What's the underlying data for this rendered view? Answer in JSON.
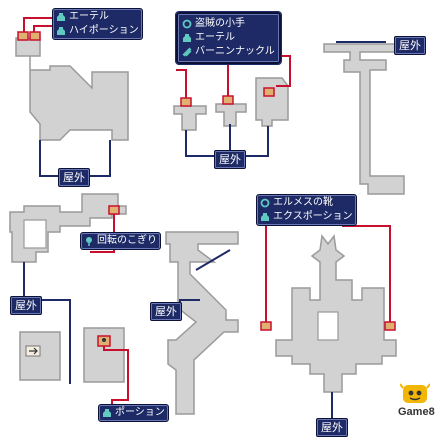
{
  "labels": [
    {
      "items": [
        {
          "icon": "ether-icon",
          "text": "エーテル"
        },
        {
          "icon": "ether-icon",
          "text": "ハイポーション"
        }
      ]
    },
    {
      "items": [
        {
          "icon": "ring-icon",
          "text": "盗賊の小手"
        },
        {
          "icon": "ether-icon",
          "text": "エーテル"
        },
        {
          "icon": "claw-icon",
          "text": "バーニンナックル"
        }
      ]
    },
    {
      "items": [
        {
          "icon": "ring-icon",
          "text": "エルメスの靴"
        },
        {
          "icon": "ether-icon",
          "text": "エクスポーション"
        }
      ]
    },
    {
      "items": [
        {
          "icon": "pin-icon",
          "text": "回転のこぎり"
        }
      ]
    },
    {
      "items": [
        {
          "icon": "ether-icon",
          "text": "ポーション"
        }
      ]
    }
  ],
  "exits": [
    "屋外",
    "屋外",
    "屋外",
    "屋外",
    "屋外",
    "屋外"
  ],
  "brand": "Game8",
  "colors": {
    "floor": "#d2d2d2",
    "floor_edge": "#9a9a9a",
    "path_red": "#c8102e",
    "path_navy": "#1d2a66",
    "label_bg": "#1d2a66",
    "chest": "#e0b070"
  }
}
